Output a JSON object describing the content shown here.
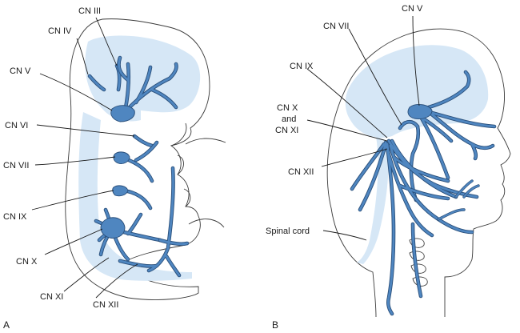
{
  "panel_a": {
    "letter": "A",
    "labels": {
      "cn3": "CN III",
      "cn4": "CN IV",
      "cn5": "CN V",
      "cn6": "CN VI",
      "cn7": "CN VII",
      "cn9": "CN IX",
      "cn10": "CN X",
      "cn11": "CN XI",
      "cn12": "CN XII"
    }
  },
  "panel_b": {
    "letter": "B",
    "labels": {
      "cn5": "CN V",
      "cn7": "CN VII",
      "cn9": "CN IX",
      "cn10_line1": "CN X",
      "cn10_line2": "and",
      "cn10_line3": "CN XI",
      "cn12": "CN XII",
      "spinal_cord": "Spinal cord"
    }
  },
  "colors": {
    "nerve": "#4f86c0",
    "nerve_edge": "#2a4f7a",
    "tissue": "#d6e7f6",
    "outline": "#3a3a3a"
  }
}
